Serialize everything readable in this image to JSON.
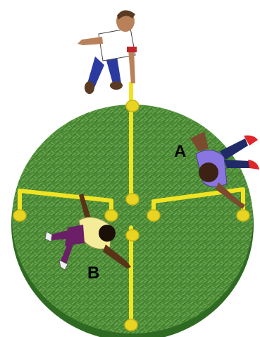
{
  "diagram": {
    "labels": {
      "a": "A",
      "b": "B"
    },
    "colors": {
      "platform": "#4c8a36",
      "platform_rim": "#2f6a22",
      "bars": "#f2e322",
      "bar_outline": "#c9b514"
    },
    "figures": [
      {
        "id": "top-person",
        "shirt": "#ffffff",
        "pants": "#2b3aa0",
        "skin": "#b9815a",
        "hair": "#5a3a22"
      },
      {
        "id": "child-a",
        "shirt": "#8a76e0",
        "pants": "#1f2a66",
        "skin": "#7a4b2e",
        "shoes": "#e0262a"
      },
      {
        "id": "child-b",
        "shirt": "#f4ec98",
        "pants": "#6a1f66",
        "skin": "#5a3218",
        "shoes": "#f0f0f0"
      }
    ]
  }
}
